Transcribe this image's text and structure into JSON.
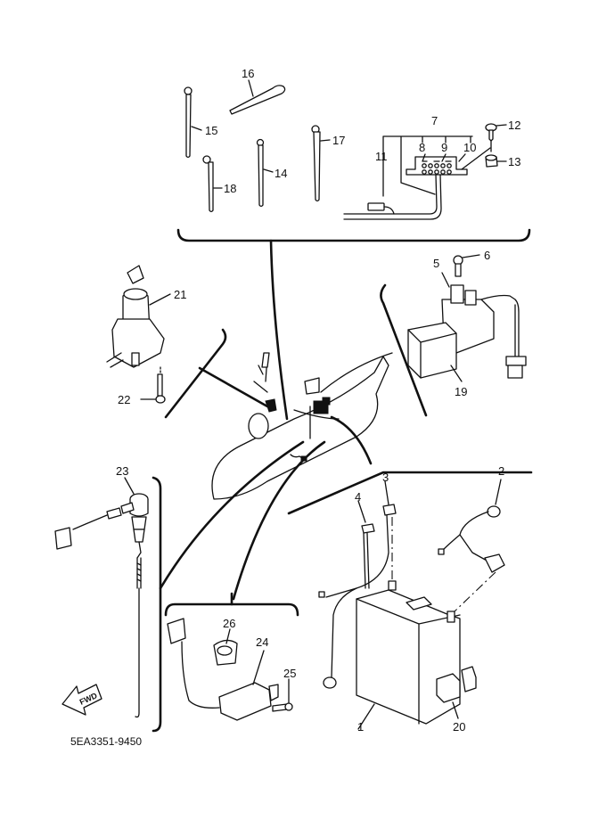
{
  "diagram": {
    "title": "Electrical parts exploded view",
    "drawing_code": "5EA3351-9450",
    "direction_marker": "FWD",
    "callouts": [
      {
        "id": "1",
        "label": "1"
      },
      {
        "id": "2",
        "label": "2"
      },
      {
        "id": "3",
        "label": "3"
      },
      {
        "id": "4",
        "label": "4"
      },
      {
        "id": "5",
        "label": "5"
      },
      {
        "id": "6",
        "label": "6"
      },
      {
        "id": "7",
        "label": "7"
      },
      {
        "id": "8",
        "label": "8"
      },
      {
        "id": "9",
        "label": "9"
      },
      {
        "id": "10",
        "label": "10"
      },
      {
        "id": "11",
        "label": "11"
      },
      {
        "id": "12",
        "label": "12"
      },
      {
        "id": "13",
        "label": "13"
      },
      {
        "id": "14",
        "label": "14"
      },
      {
        "id": "15",
        "label": "15"
      },
      {
        "id": "16",
        "label": "16"
      },
      {
        "id": "17",
        "label": "17"
      },
      {
        "id": "18",
        "label": "18"
      },
      {
        "id": "19",
        "label": "19"
      },
      {
        "id": "20",
        "label": "20"
      },
      {
        "id": "21",
        "label": "21"
      },
      {
        "id": "22",
        "label": "22"
      },
      {
        "id": "23",
        "label": "23"
      },
      {
        "id": "24",
        "label": "24"
      },
      {
        "id": "25",
        "label": "25"
      },
      {
        "id": "26",
        "label": "26"
      }
    ]
  }
}
